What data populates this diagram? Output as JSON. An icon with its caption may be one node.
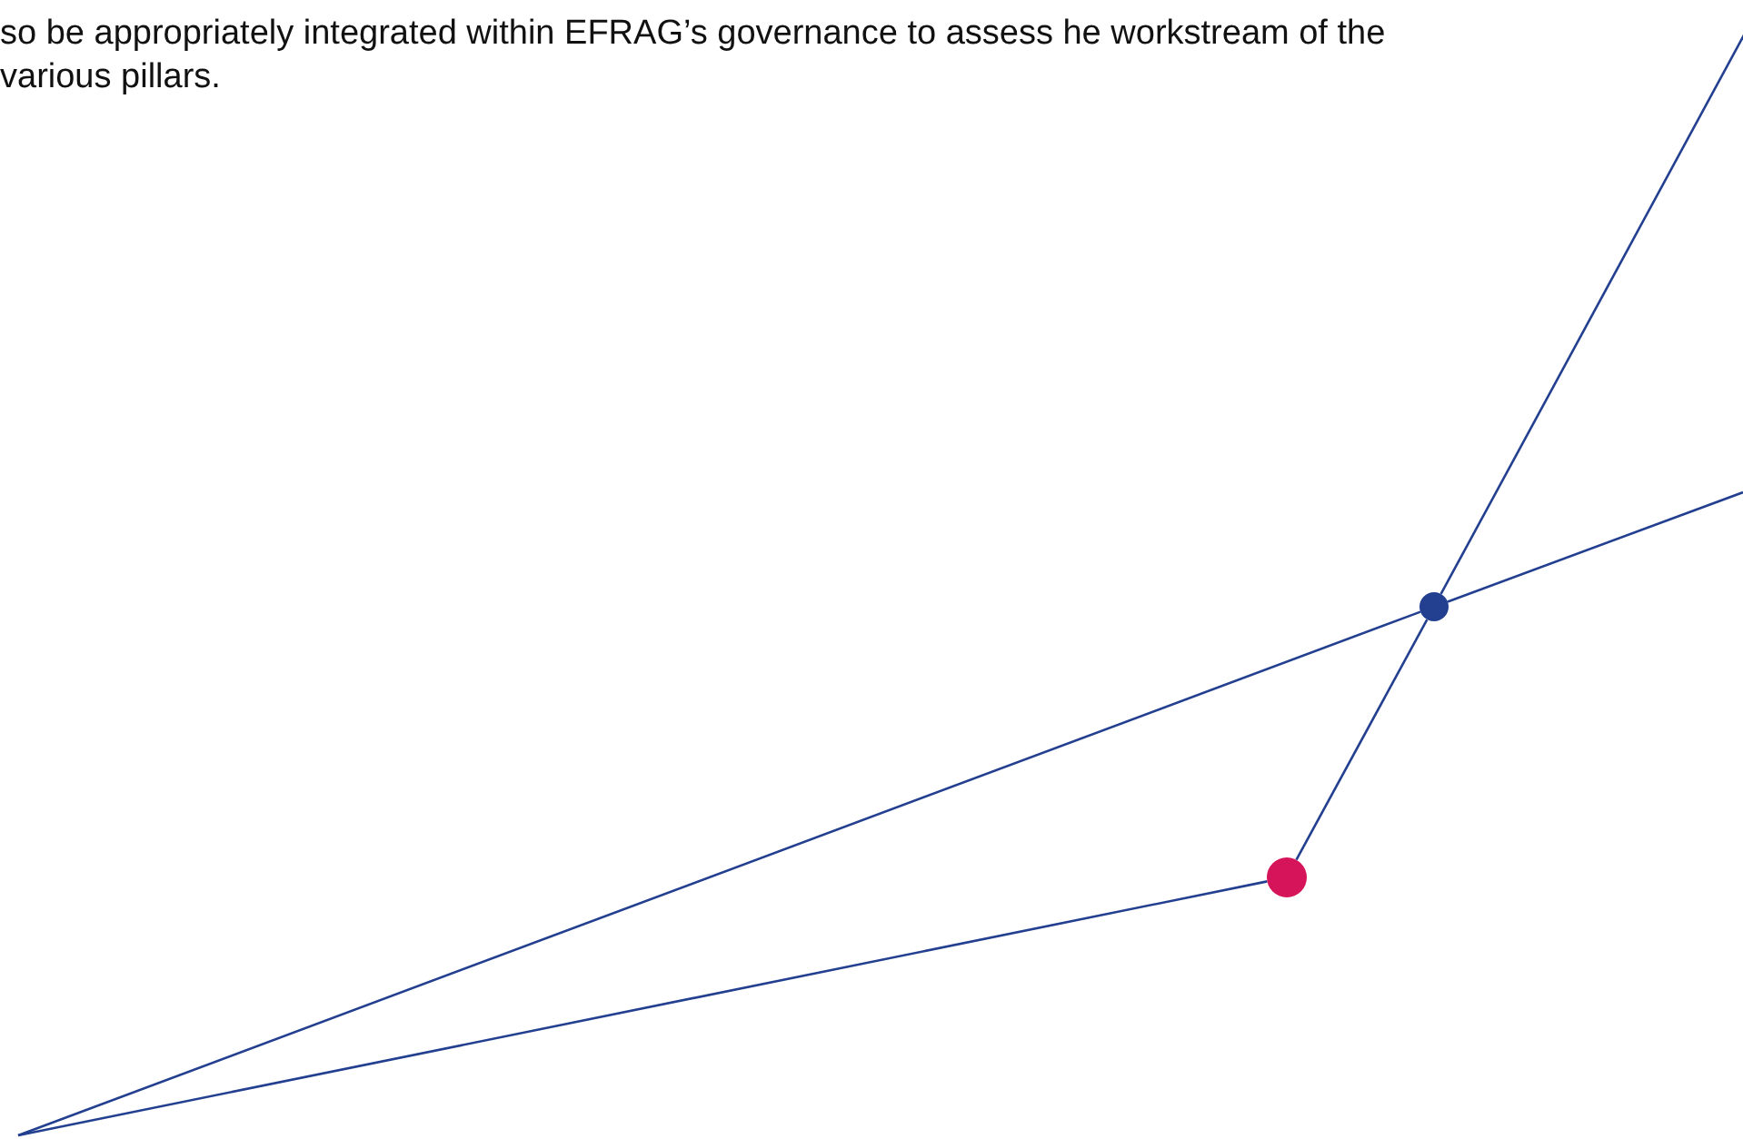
{
  "diagram": {
    "nodes": [
      {
        "text": [],
        "shape": "circle"
      },
      {
        "text": [],
        "shape": "circle"
      }
    ],
    "edges": [
      {
        "from": null,
        "to": 1,
        "arrow": "none"
      },
      {
        "from": 1,
        "to": 0,
        "arrow": "none"
      },
      {
        "from": 0,
        "to": null,
        "arrow": "none"
      },
      {
        "from": null,
        "to": 0,
        "arrow": "none"
      },
      {
        "from": 0,
        "to": null,
        "arrow": "none"
      }
    ],
    "labels": [
      "so be appropriately integrated within EFRAG’s governance to assess he workstream of the various pillars."
    ]
  }
}
